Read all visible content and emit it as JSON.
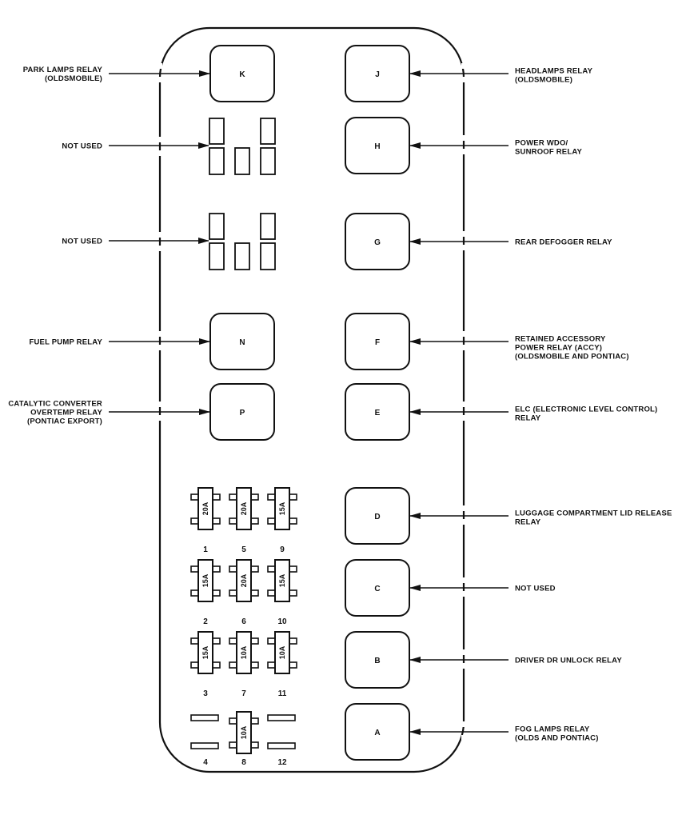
{
  "title": "Fuse and Relay Center Layout",
  "panel": {
    "stroke_color": "#111111",
    "background": "#ffffff"
  },
  "relays": [
    {
      "id": "K",
      "side": "left",
      "label_lines": [
        "PARK LAMPS RELAY",
        "(OLDSMOBILE)"
      ]
    },
    {
      "id": "J",
      "side": "right",
      "label_lines": [
        "HEADLAMPS RELAY",
        "(OLDSMOBILE)"
      ]
    },
    {
      "id": "H",
      "side": "right",
      "label_lines": [
        "POWER WDO/",
        "SUNROOF RELAY"
      ]
    },
    {
      "id": "G",
      "side": "right",
      "label_lines": [
        "REAR DEFOGGER RELAY"
      ]
    },
    {
      "id": "N",
      "side": "left",
      "label_lines": [
        "FUEL PUMP RELAY"
      ]
    },
    {
      "id": "F",
      "side": "right",
      "label_lines": [
        "RETAINED ACCESSORY",
        "POWER RELAY (ACCY)",
        "(OLDSMOBILE AND PONTIAC)"
      ]
    },
    {
      "id": "P",
      "side": "left",
      "label_lines": [
        "CATALYTIC CONVERTER",
        "OVERTEMP RELAY",
        "(PONTIAC EXPORT)"
      ]
    },
    {
      "id": "E",
      "side": "right",
      "label_lines": [
        "ELC (ELECTRONIC LEVEL CONTROL)",
        "RELAY"
      ]
    },
    {
      "id": "D",
      "side": "right",
      "label_lines": [
        "LUGGAGE COMPARTMENT LID RELEASE",
        "RELAY"
      ]
    },
    {
      "id": "C",
      "side": "right",
      "label_lines": [
        "NOT USED"
      ]
    },
    {
      "id": "B",
      "side": "right",
      "label_lines": [
        "DRIVER DR UNLOCK RELAY"
      ]
    },
    {
      "id": "A",
      "side": "right",
      "label_lines": [
        "FOG LAMPS RELAY",
        "(OLDS AND PONTIAC)"
      ]
    }
  ],
  "sockets": [
    {
      "position": "upper",
      "label_lines": [
        "NOT USED"
      ]
    },
    {
      "position": "lower",
      "label_lines": [
        "NOT USED"
      ]
    }
  ],
  "fuses": [
    {
      "number": "1",
      "rating": "20A",
      "installed": true
    },
    {
      "number": "5",
      "rating": "20A",
      "installed": true
    },
    {
      "number": "9",
      "rating": "15A",
      "installed": true
    },
    {
      "number": "2",
      "rating": "15A",
      "installed": true
    },
    {
      "number": "6",
      "rating": "20A",
      "installed": true
    },
    {
      "number": "10",
      "rating": "15A",
      "installed": true
    },
    {
      "number": "3",
      "rating": "15A",
      "installed": true
    },
    {
      "number": "7",
      "rating": "10A",
      "installed": true
    },
    {
      "number": "11",
      "rating": "10A",
      "installed": true
    },
    {
      "number": "4",
      "rating": "",
      "installed": false
    },
    {
      "number": "8",
      "rating": "10A",
      "installed": true
    },
    {
      "number": "12",
      "rating": "",
      "installed": false
    }
  ]
}
